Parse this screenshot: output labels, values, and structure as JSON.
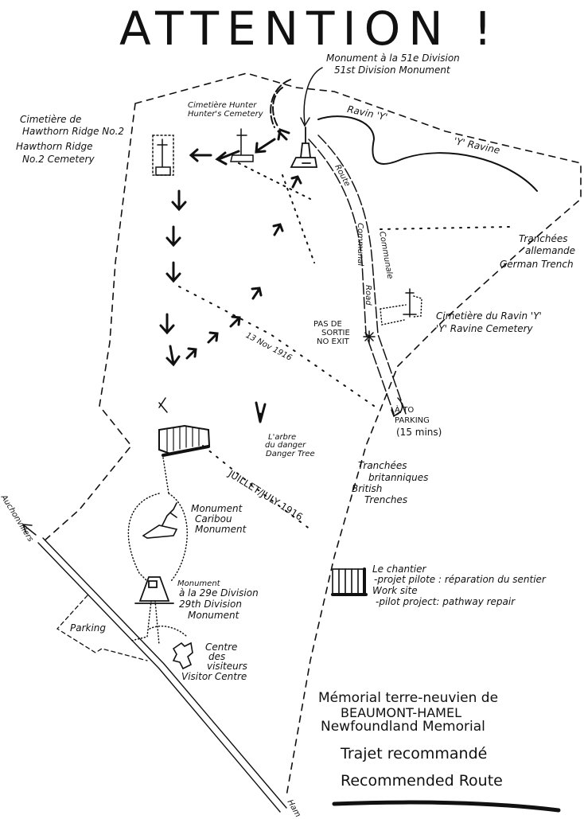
{
  "title": "ATTENTION !",
  "labels": {
    "monument_51_fr": "Monument à la 51e Division",
    "monument_51_en": "51st Division Monument",
    "hunter_fr": "Cimetière Hunter",
    "hunter_en": "Hunter's Cemetery",
    "hawthorn_fr_1": "Cimetière de",
    "hawthorn_fr_2": "Hawthorn Ridge No.2",
    "hawthorn_en_1": "Hawthorn Ridge",
    "hawthorn_en_2": "No.2 Cemetery",
    "ravin_y": "Ravin 'Y'",
    "y_ravine": "'Y' Ravine",
    "route": "Route",
    "communal": "Communal",
    "communale": "Communale",
    "road": "Road",
    "german_trench_fr_1": "Tranchées",
    "german_trench_fr_2": "allemande",
    "german_trench_en": "German Trench",
    "y_ravine_cem_fr": "Cimetière du Ravin 'Y'",
    "y_ravine_cem_en": "'Y' Ravine Cemetery",
    "no_exit_fr_1": "PAS DE",
    "no_exit_fr_2": "SORTIE",
    "no_exit_en": "NO EXIT",
    "nov_1916": "13 Nov 1916",
    "to_parking_1": "À/TO",
    "to_parking_2": "PARKING",
    "to_parking_3": "(15 mins)",
    "danger_tree_fr_1": "L'arbre",
    "danger_tree_fr_2": "du danger",
    "danger_tree_en": "Danger Tree",
    "british_fr_1": "Tranchées",
    "british_fr_2": "britanniques",
    "british_en_1": "British",
    "british_en_2": "Trenches",
    "july_1916": "JUILLET/JULY 1916",
    "auchonvillers": "Auchonvillers",
    "caribou_1": "Monument",
    "caribou_2": "Caribou",
    "caribou_3": "Monument",
    "div29_1": "Monument",
    "div29_2": "à la 29e Division",
    "div29_3": "29th Division",
    "div29_4": "Monument",
    "parking": "Parking",
    "visitor_1": "Centre",
    "visitor_2": "des",
    "visitor_3": "visiteurs",
    "visitor_4": "Visitor Centre",
    "hamel": "Ham"
  },
  "legend": {
    "line1": "Le chantier",
    "line2": "-projet pilote : réparation du sentier",
    "line3": "Work site",
    "line4": "-pilot project: pathway repair"
  },
  "footer": {
    "line1": "Mémorial terre-neuvien de",
    "line2": "BEAUMONT-HAMEL",
    "line3": "Newfoundland Memorial",
    "line4": "Trajet recommandé",
    "line5": "Recommended Route"
  }
}
